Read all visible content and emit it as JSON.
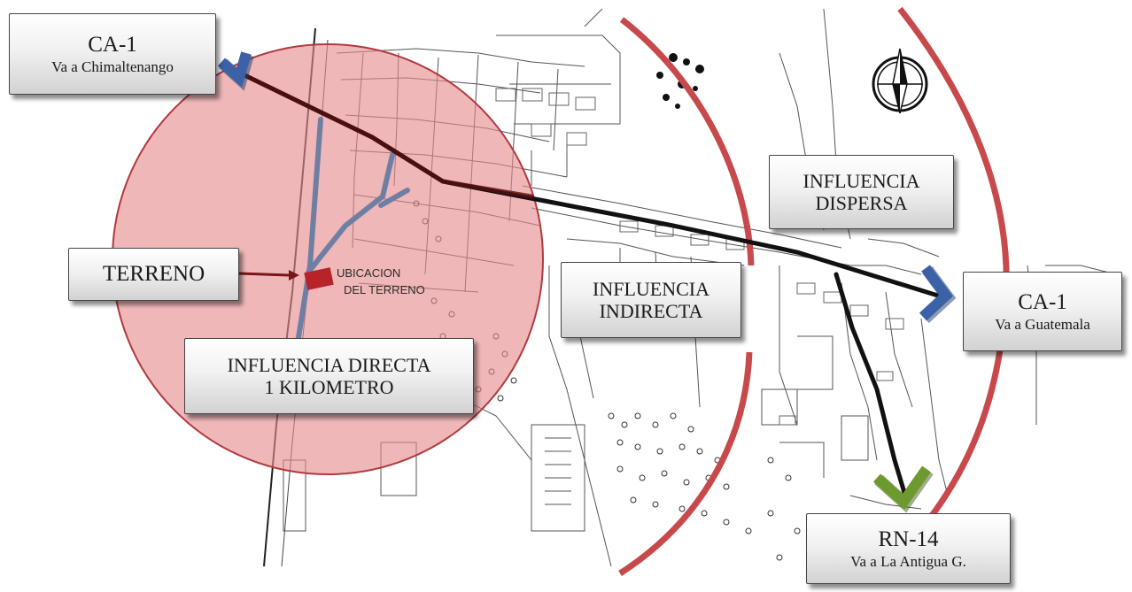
{
  "labels": {
    "ca1_chimaltenango": {
      "line1": "CA-1",
      "line2": "Va a Chimaltenango"
    },
    "ca1_guatemala": {
      "line1": "CA-1",
      "line2": "Va a Guatemala"
    },
    "rn14": {
      "line1": "RN-14",
      "line2": "Va a La Antigua G."
    },
    "terreno": "TERRENO",
    "influencia_directa": {
      "line1": "INFLUENCIA DIRECTA",
      "line2": "1 KILOMETRO"
    },
    "influencia_indirecta": {
      "line1": "INFLUENCIA",
      "line2": "INDIRECTA"
    },
    "influencia_dispersa": {
      "line1": "INFLUENCIA",
      "line2": "DISPERSA"
    },
    "ubicacion": {
      "line1": "UBICACION",
      "line2": "DEL TERRENO"
    }
  },
  "colors": {
    "circle_fill": "#e58a8c",
    "circle_stroke": "#b03a3e",
    "arc": "#c8494c",
    "highway": "#111111",
    "access_road": "#6f7fa3",
    "terreno_arrow": "#7a1518",
    "marker_blue": "#3b62a6",
    "marker_green": "#6c9a2e",
    "plot": "#b8232a"
  },
  "icons": [
    "north-arrow-icon",
    "chevron-marker-icon"
  ]
}
